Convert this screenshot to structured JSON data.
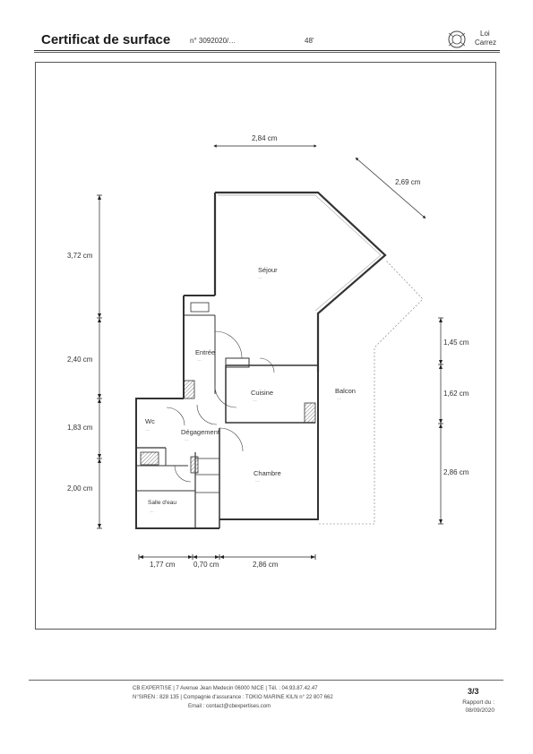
{
  "header": {
    "title": "Certificat de surface",
    "number": "n° 3092020/…",
    "code": "48'",
    "loi_line1": "Loi",
    "loi_line2": "Carrez"
  },
  "rooms": {
    "sejour": {
      "name": "Séjour",
      "area": "…"
    },
    "entree": {
      "name": "Entrée",
      "area": "…"
    },
    "wc": {
      "name": "Wc",
      "area": "…"
    },
    "degagement": {
      "name": "Dégagement",
      "area": "…"
    },
    "cuisine": {
      "name": "Cuisine",
      "area": "…"
    },
    "balcon": {
      "name": "Balcon",
      "area": "…"
    },
    "chambre": {
      "name": "Chambre",
      "area": "…"
    },
    "salle_eau": {
      "name": "Salle d'eau",
      "area": "…"
    }
  },
  "dimensions": {
    "top_width": "2,84 cm",
    "diagonal": "2,69 cm",
    "left_1": "3,72 cm",
    "left_2": "2,40 cm",
    "left_3": "1,83 cm",
    "left_4": "2,00 cm",
    "right_1": "1,45 cm",
    "right_2": "1,62 cm",
    "right_3": "2,86 cm",
    "bottom_1": "1,77 cm",
    "bottom_2": "0,70 cm",
    "bottom_3": "2,86 cm"
  },
  "footer": {
    "line1": "CB EXPERTISE | 7 Avenue Jean Medecin 06000 NICE | Tél. : 04.93.87.42.47",
    "line2": "N°SIREN : 828 135 | Compagnie d'assurance : TOKIO MARINE KILN n° 22 807 662",
    "line3": "Email : contact@cbexpertises.com",
    "page": "3/3",
    "rapport_label": "Rapport du :",
    "rapport_date": "08/09/2020"
  }
}
